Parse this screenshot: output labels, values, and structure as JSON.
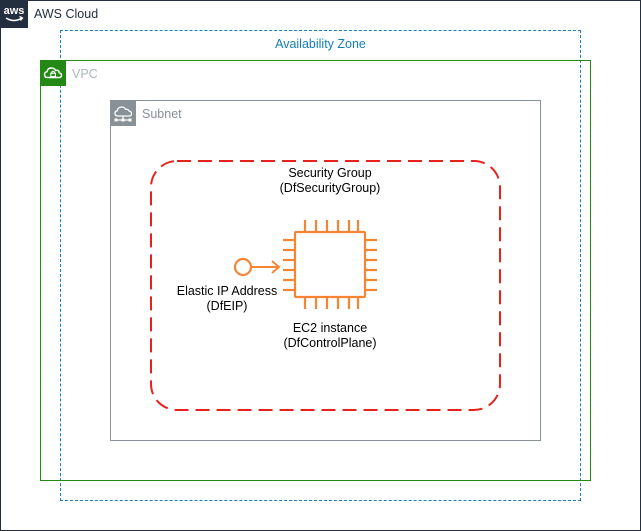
{
  "cloud": {
    "label": "AWS Cloud",
    "badge_text": "aws",
    "icon": "aws-logo-icon",
    "color": "#232f3e"
  },
  "availability_zone": {
    "label": "Availability Zone",
    "color": "#147eba"
  },
  "vpc": {
    "label": "VPC",
    "icon": "vpc-cloud-lock-icon",
    "color": "#248814"
  },
  "subnet": {
    "label": "Subnet",
    "icon": "subnet-icon",
    "color": "#879196"
  },
  "security_group": {
    "name": "Security Group",
    "id": "(DfSecurityGroup)",
    "color": "#e7221c"
  },
  "elastic_ip": {
    "name": "Elastic IP Address",
    "id": "(DfEIP)",
    "icon": "elastic-ip-icon",
    "color": "#f58534"
  },
  "ec2_instance": {
    "name": "EC2 instance",
    "id": "(DfControlPlane)",
    "icon": "ec2-chip-icon",
    "color": "#f58534"
  }
}
